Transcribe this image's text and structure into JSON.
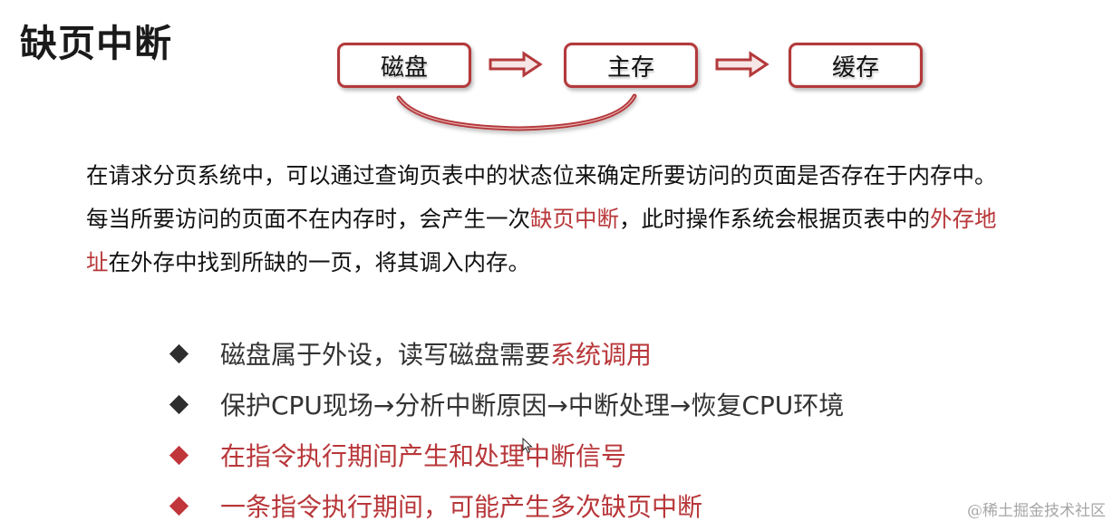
{
  "title": "缺页中断",
  "diagram": {
    "boxes": [
      {
        "label": "磁盘"
      },
      {
        "label": "主存"
      },
      {
        "label": "缓存"
      }
    ],
    "arrows": [
      "hollow-right-arrow",
      "hollow-right-arrow"
    ],
    "curve": "curved-connector-disk-to-memory",
    "accent_color": "#b3393b"
  },
  "paragraph": {
    "line1": "在请求分页系统中，可以通过查询页表中的状态位来确定所要访问的页面是否存在于内存中。",
    "line2_pre": "每当所要访问的页面不在内存时，会产生一次",
    "line2_red1": "缺页中断",
    "line2_mid": "，此时操作系统会根据页表中的",
    "line2_red2": "外存地",
    "line3_red": "址",
    "line3_post": "在外存中找到所缺的一页，将其调入内存。"
  },
  "bullets": [
    {
      "pre": "磁盘属于外设，读写磁盘需要",
      "red": "系统调用",
      "style": "normal"
    },
    {
      "text": "保护CPU现场→分析中断原因→中断处理→恢复CPU环境",
      "style": "normal"
    },
    {
      "text": "在指令执行期间产生和处理中断信号",
      "style": "red"
    },
    {
      "text": "一条指令执行期间，可能产生多次缺页中断",
      "style": "red"
    }
  ],
  "colors": {
    "red_text": "#b8373a",
    "body_text": "#111111",
    "bullet_text": "#333333",
    "watermark": "#a6a6a6"
  },
  "watermark": "@稀土掘金技术社区"
}
